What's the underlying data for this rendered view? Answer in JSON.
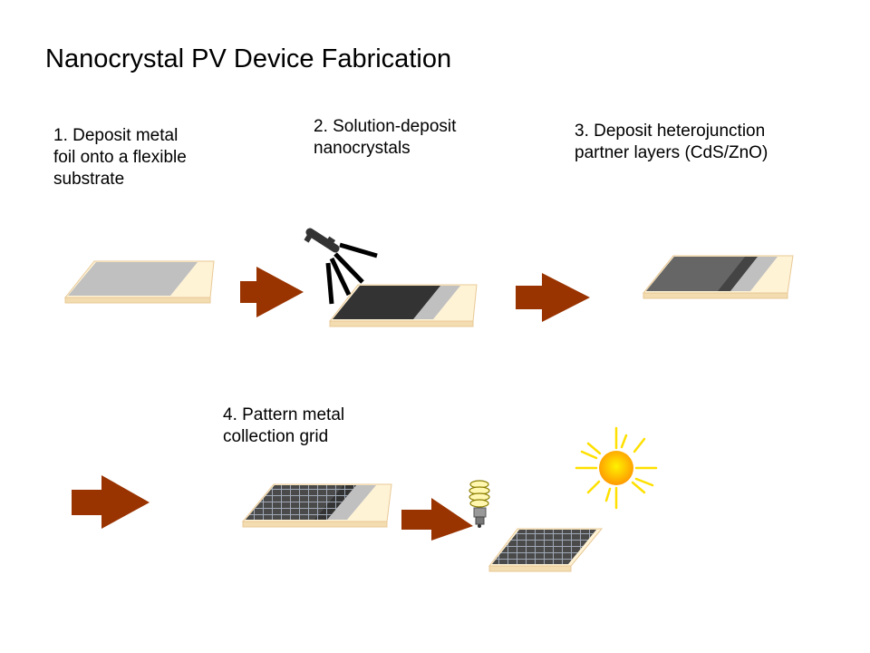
{
  "title": "Nanocrystal PV Device Fabrication",
  "steps": [
    {
      "label": "1. Deposit metal\nfoil onto a flexible\nsubstrate"
    },
    {
      "label": "2. Solution-deposit\nnanocrystals"
    },
    {
      "label": "3. Deposit heterojunction\npartner layers (CdS/ZnO)"
    },
    {
      "label": "4. Pattern metal\ncollection grid"
    }
  ],
  "colors": {
    "arrow": "#993300",
    "substrate": "#fff3d6",
    "substrate_edge": "#e8c896",
    "metal_foil": "#c0c0c0",
    "nanocrystal": "#333333",
    "partner_layer": "#666666",
    "grid_line": "#a9b4c2",
    "sun": "#ffb300"
  },
  "icons": [
    "spray-nozzle-icon",
    "light-bulb-icon",
    "sun-icon",
    "arrow-right-icon"
  ]
}
